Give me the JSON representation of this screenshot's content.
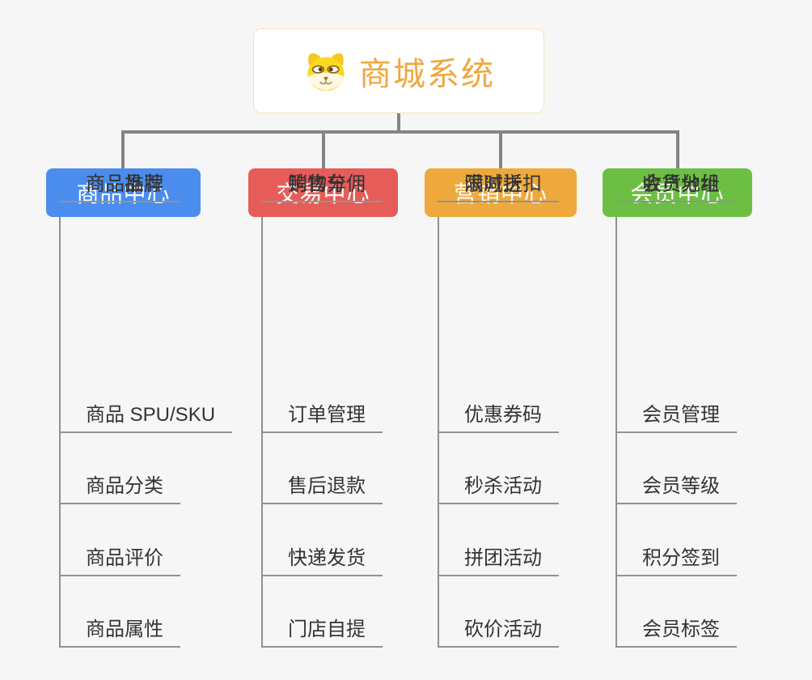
{
  "root": {
    "title": "商城系统",
    "title_color": "#F0A73F",
    "border_color": "#F3C173",
    "icon": "dog-face-icon"
  },
  "connector_color": "#848484",
  "background_color": "#F6F6F6",
  "leaf_text_color": "#333333",
  "leaf_underline_color": "#929292",
  "branches": [
    {
      "label": "商品中心",
      "color": "#4A8DEE",
      "items": [
        "商品 SPU/SKU",
        "商品分类",
        "商品评价",
        "商品属性",
        "商品推荐",
        "商品品牌"
      ]
    },
    {
      "label": "交易中心",
      "color": "#E65C59",
      "items": [
        "订单管理",
        "售后退款",
        "快递发货",
        "门店自提",
        "购物车",
        "销售分佣"
      ]
    },
    {
      "label": "营销中心",
      "color": "#EEA93C",
      "items": [
        "优惠券码",
        "秒杀活动",
        "拼团活动",
        "砍价活动",
        "限时折扣",
        "满减送"
      ]
    },
    {
      "label": "会员中心",
      "color": "#6DBF43",
      "items": [
        "会员管理",
        "会员等级",
        "积分签到",
        "会员标签",
        "会员分组",
        "收货地址"
      ]
    }
  ]
}
